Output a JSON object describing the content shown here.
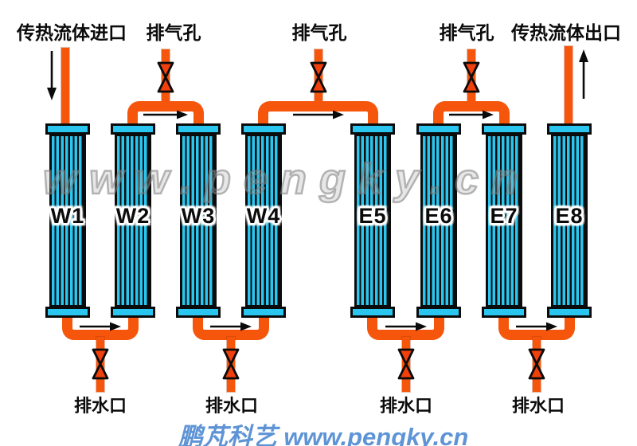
{
  "diagram": {
    "title": "multi-column heat exchanger flow diagram",
    "inlet_label": "传热流体进口",
    "outlet_label": "传热流体出口",
    "vent_label": "排气孔",
    "drain_label": "排水口",
    "columns": [
      {
        "id": "W1"
      },
      {
        "id": "W2"
      },
      {
        "id": "W3"
      },
      {
        "id": "W4"
      },
      {
        "id": "E5"
      },
      {
        "id": "E6"
      },
      {
        "id": "E7"
      },
      {
        "id": "E8"
      }
    ],
    "vent_valve_count": 3,
    "drain_valve_count": 4,
    "flow_direction": "left-to-right serpentine",
    "top_bridges": [
      "W2-W3",
      "W4-E5",
      "E6-E7"
    ],
    "bottom_bridges": [
      "W1-W2",
      "W3-W4",
      "E5-E6",
      "E7-E8"
    ]
  },
  "watermarks": {
    "overlay": "www.pengky.cn",
    "footer": "鹏芃科艺 www.pengky.cn"
  },
  "colors": {
    "pipe_orange": "#F5560C",
    "valve_red": "#F2400C",
    "column_cyan": "#2BC6EF",
    "outline_black": "#0B0B0B",
    "footer_blue": "#5E94D6",
    "overlay_grey": "#7D7D7D"
  }
}
